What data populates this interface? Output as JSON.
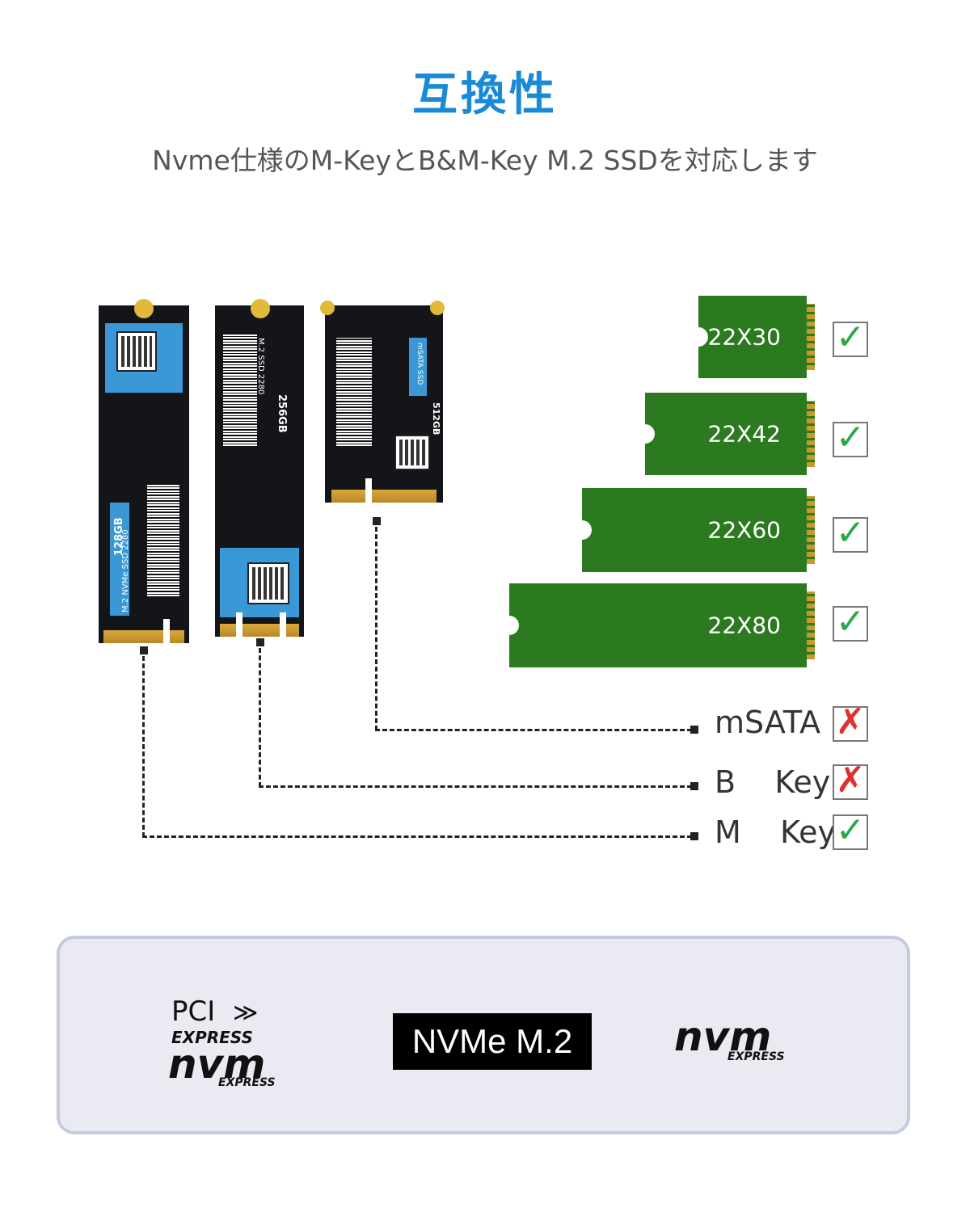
{
  "header": {
    "title": "互換性",
    "subtitle": "Nvme仕様のM-KeyとB&M-Key M.2 SSDを対応します"
  },
  "ssds": [
    {
      "id": "ssd-2280-v500",
      "capacity": "128GB",
      "model_label": "M.2 NVMe SSD 2280"
    },
    {
      "id": "ssd-2280-n300",
      "capacity": "256GB",
      "model_label": "M.2 SSD 2280"
    },
    {
      "id": "ssd-msata-m200",
      "capacity": "512GB",
      "model_label": "mSATA SSD"
    }
  ],
  "sizes": [
    {
      "label": "22X30",
      "supported": true
    },
    {
      "label": "22X42",
      "supported": true
    },
    {
      "label": "22X60",
      "supported": true
    },
    {
      "label": "22X80",
      "supported": true
    }
  ],
  "keys": [
    {
      "label": "mSATA",
      "supported": false
    },
    {
      "label": "B    Key",
      "supported": false
    },
    {
      "label": "M    Key",
      "supported": true
    }
  ],
  "logos": {
    "pcie_line1": "PCI",
    "pcie_line2": "EXPRESS",
    "nvm_word": "nvm",
    "nvm_express": "EXPRESS",
    "nvme_m2": "NVMe M.2",
    "nvm_word_right": "nvm",
    "nvm_express_right": "EXPRESS"
  },
  "icons": {
    "check": "check-icon",
    "cross": "cross-icon"
  },
  "colors": {
    "title": "#1a8ad6",
    "card_green": "#2c7a1f",
    "check": "#2aa84a",
    "cross": "#e03030"
  }
}
